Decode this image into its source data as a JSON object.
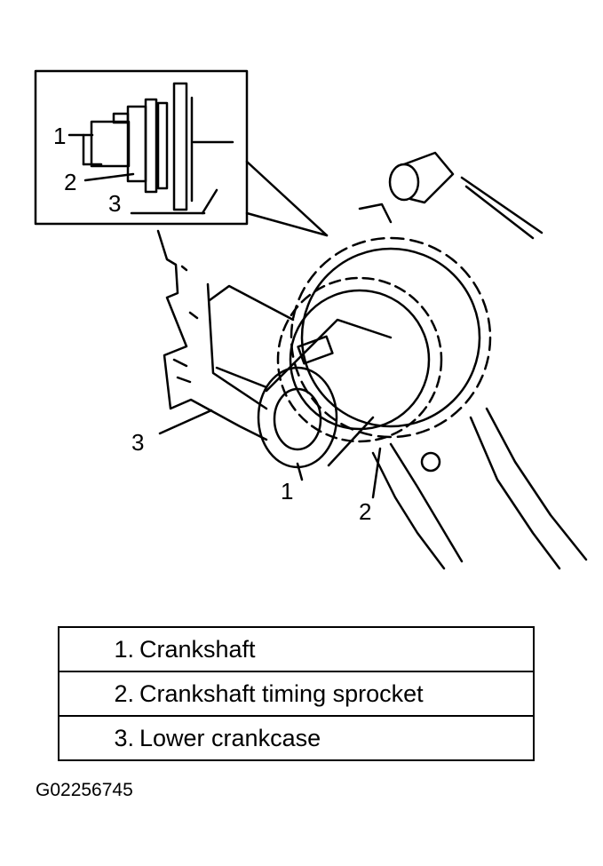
{
  "callouts": {
    "inset_1": "1",
    "inset_2": "2",
    "inset_3": "3",
    "main_1": "1",
    "main_2": "2",
    "main_3": "3"
  },
  "legend": [
    {
      "num": "1.",
      "text": "Crankshaft"
    },
    {
      "num": "2.",
      "text": "Crankshaft timing sprocket"
    },
    {
      "num": "3.",
      "text": "Lower crankcase"
    }
  ],
  "figure_id": "G02256745"
}
